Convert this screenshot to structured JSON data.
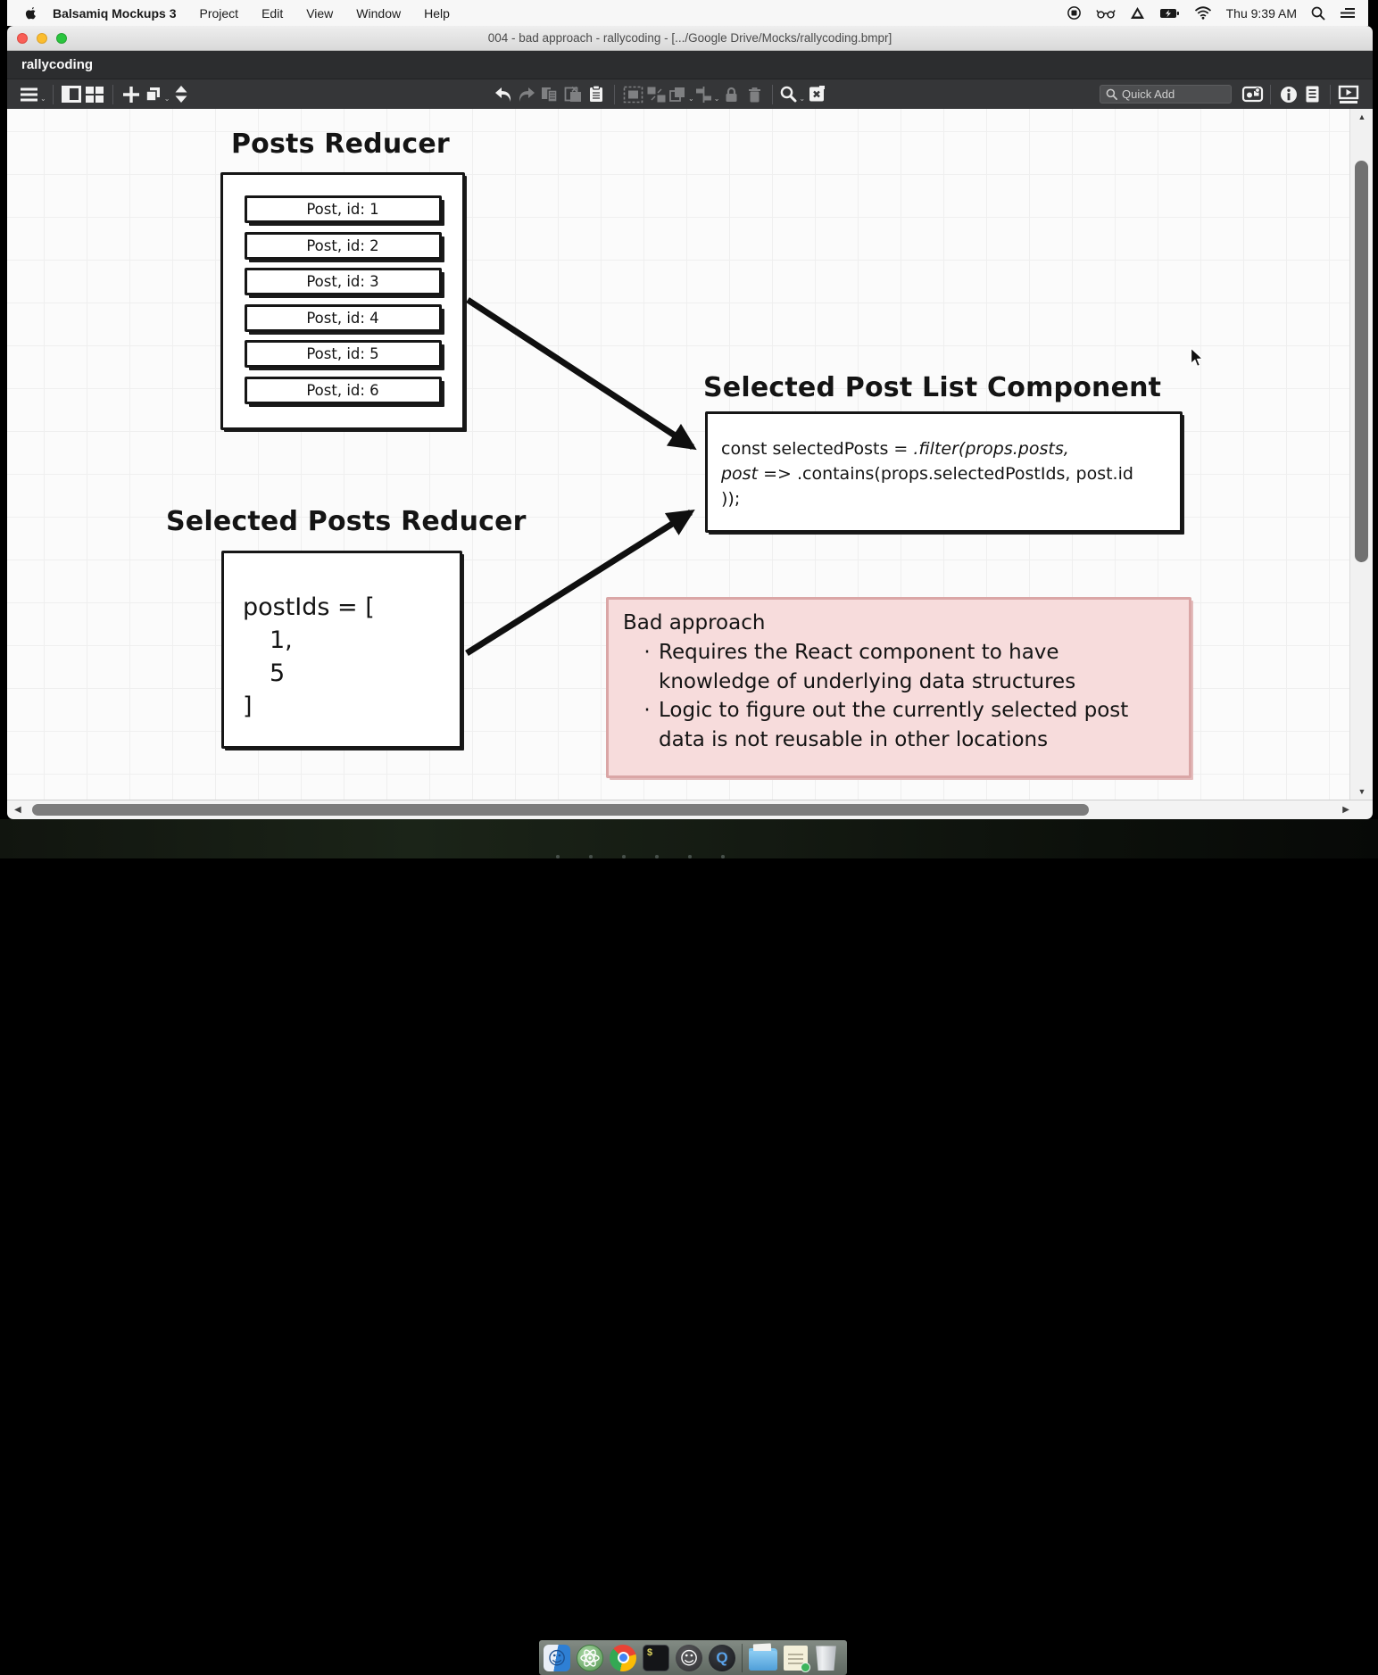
{
  "menu_bar": {
    "app_name": "Balsamiq Mockups 3",
    "menus": [
      "Project",
      "Edit",
      "View",
      "Window",
      "Help"
    ],
    "clock": "Thu 9:39 AM",
    "status_icon_names": [
      "screen-recording",
      "preview-glasses",
      "google-drive",
      "battery-charging",
      "wifi",
      "spotlight-search",
      "notification-center"
    ]
  },
  "window": {
    "title": "004 - bad approach - rallycoding - [.../Google Drive/Mocks/rallycoding.bmpr]",
    "tab_label": "rallycoding"
  },
  "toolbar": {
    "quick_add_placeholder": "Quick Add",
    "left_icon_names": [
      "project-menu",
      "single-view",
      "grid-view",
      "add-mockup",
      "duplicate-mockup",
      "reorder-mockups"
    ],
    "center_icon_names": [
      "undo",
      "redo",
      "copy",
      "duplicate",
      "paste",
      "group",
      "ungroup",
      "layer-order",
      "align",
      "lock",
      "delete",
      "zoom",
      "toggle-markup"
    ],
    "right_icon_names": [
      "ui-library",
      "inspector-info",
      "notes",
      "present-fullscreen"
    ]
  },
  "canvas": {
    "posts_reducer": {
      "title": "Posts Reducer",
      "items": [
        "Post, id: 1",
        "Post, id: 2",
        "Post, id: 3",
        "Post, id: 4",
        "Post, id: 5",
        "Post, id: 6"
      ]
    },
    "selected_posts_reducer": {
      "title": "Selected Posts Reducer",
      "line1": "postIds = [",
      "line2": "1,",
      "line3": "5",
      "line4": "]"
    },
    "component": {
      "title": "Selected Post List Component",
      "code_l1a": "const selectedPosts = ",
      "code_l1b": ".filter(props.posts,",
      "code_l2a": "post => ",
      "code_l2b": ".contains(props.selectedPostIds, post.id",
      "code_l3": "));"
    },
    "bad_approach": {
      "heading": "Bad approach",
      "bullet_char": "·",
      "bullets": [
        "Requires the React component to have knowledge of underlying data structures",
        "Logic to figure out the currently selected post data is not reusable in other locations"
      ],
      "bg_color": "#f7dcdc",
      "border_color": "#daa6a6"
    }
  },
  "dock": {
    "icons": [
      {
        "name": "finder",
        "glyph": "☺"
      },
      {
        "name": "atom",
        "glyph": ""
      },
      {
        "name": "chrome",
        "glyph": ""
      },
      {
        "name": "terminal",
        "glyph": "$"
      },
      {
        "name": "smiley-app",
        "glyph": "☺"
      },
      {
        "name": "quicktime",
        "glyph": "Q"
      },
      {
        "name": "downloads-folder",
        "glyph": ""
      },
      {
        "name": "notes-document",
        "glyph": ""
      },
      {
        "name": "trash",
        "glyph": ""
      }
    ]
  },
  "colors": {
    "dark_bar": "#2c2d2f",
    "canvas_bg": "#fbfbfb",
    "sketch_ink": "#141414",
    "bad_box_bg": "#f7dcdc",
    "bad_box_border": "#daa6a6"
  }
}
